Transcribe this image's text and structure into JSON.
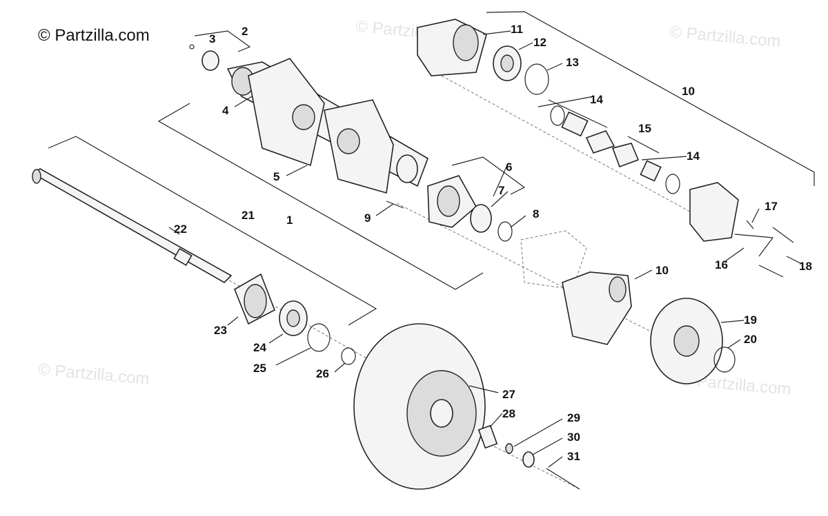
{
  "copyright": "© Partzilla.com",
  "watermark": "© Partzilla.com",
  "labels": {
    "l1": "1",
    "l2": "2",
    "l3": "3",
    "l4": "4",
    "l5": "5",
    "l6": "6",
    "l7": "7",
    "l8": "8",
    "l9": "9",
    "l10a": "10",
    "l10b": "10",
    "l11": "11",
    "l12": "12",
    "l13": "13",
    "l14a": "14",
    "l14b": "14",
    "l15": "15",
    "l16": "16",
    "l17": "17",
    "l18": "18",
    "l19": "19",
    "l20": "20",
    "l21": "21",
    "l22": "22",
    "l23": "23",
    "l24": "24",
    "l25": "25",
    "l26": "26",
    "l27": "27",
    "l28": "28",
    "l29": "29",
    "l30": "30",
    "l31": "31"
  }
}
